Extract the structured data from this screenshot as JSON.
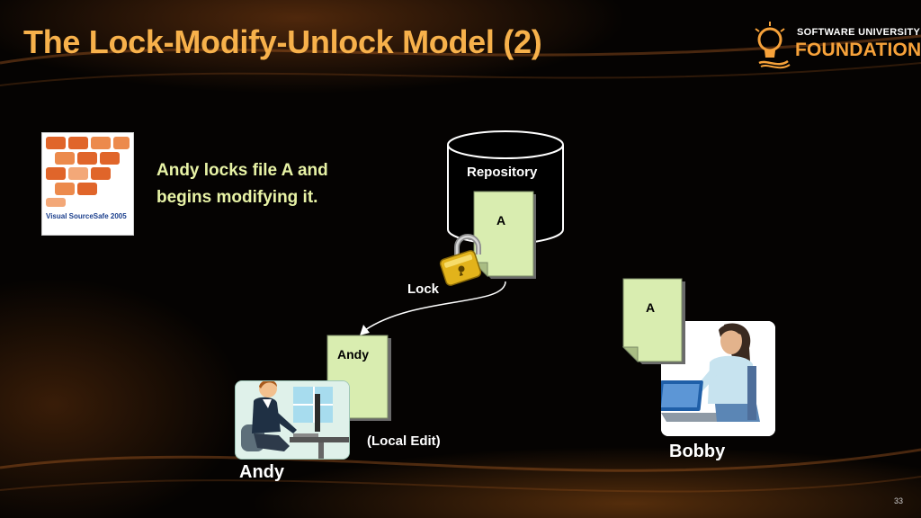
{
  "slide": {
    "title": "The Lock-Modify-Unlock Model (2)",
    "caption_line1": "Andy locks file A and",
    "caption_line2": "begins modifying it.",
    "page_number": "33"
  },
  "logo": {
    "top_text": "SOFTWARE UNIVERSITY",
    "bottom_text": "FOUNDATION"
  },
  "vss": {
    "product_text": "Visual SourceSafe 2005"
  },
  "diagram": {
    "repository_label": "Repository",
    "repo_file_label": "A",
    "lock_label": "Lock",
    "andy_file_label": "Andy",
    "local_edit_label": "(Local Edit)",
    "bobby_file_label": "A",
    "andy_name": "Andy",
    "bobby_name": "Bobby"
  },
  "colors": {
    "title": "#f7b14b",
    "caption": "#e8f3a6",
    "doc_fill": "#d9edb0",
    "accent": "#f7a23a"
  }
}
